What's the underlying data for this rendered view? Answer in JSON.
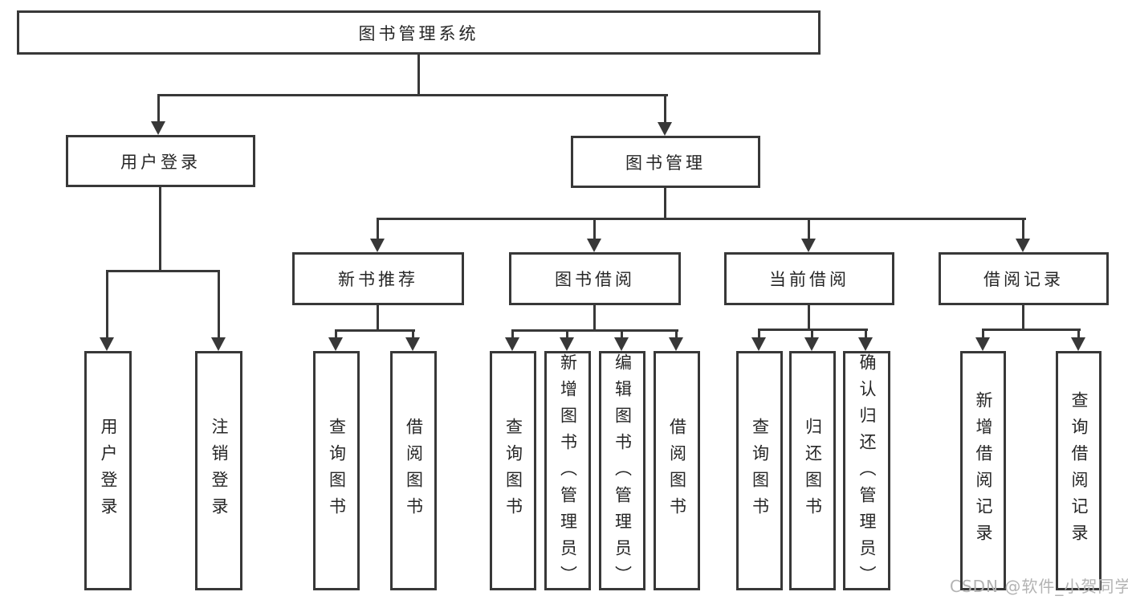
{
  "diagram": {
    "title": "图书管理系统",
    "level1": [
      "用户登录",
      "图书管理"
    ],
    "level2": [
      "新书推荐",
      "图书借阅",
      "当前借阅",
      "借阅记录"
    ],
    "leaves": {
      "user_login": [
        "用户登录",
        "注销登录"
      ],
      "new_book_rec": [
        "查询图书",
        "借阅图书"
      ],
      "book_borrow": [
        "查询图书",
        "新增图书（管理员）",
        "编辑图书（管理员）",
        "借阅图书"
      ],
      "current_borrow": [
        "查询图书",
        "归还图书",
        "确认归还（管理员）"
      ],
      "borrow_records": [
        "新增借阅记录",
        "查询借阅记录"
      ]
    }
  },
  "watermark": "CSDN @软件_小贺同学",
  "colors": {
    "line": "#383838",
    "text": "#262626",
    "background": "#ffffff",
    "watermark": "#b3b3b3"
  }
}
